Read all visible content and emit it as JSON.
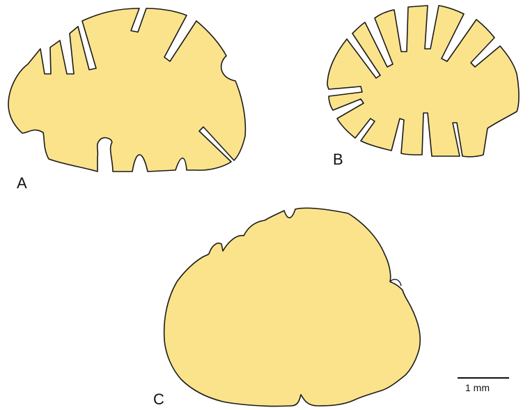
{
  "colors": {
    "section_fill": "#fbe38c",
    "outline": "#1a1a1a",
    "background": "#ffffff"
  },
  "panels": {
    "a": {
      "label": "A"
    },
    "b": {
      "label": "B"
    },
    "c": {
      "label": "C"
    }
  },
  "scale_bar": {
    "label": "1 mm"
  }
}
